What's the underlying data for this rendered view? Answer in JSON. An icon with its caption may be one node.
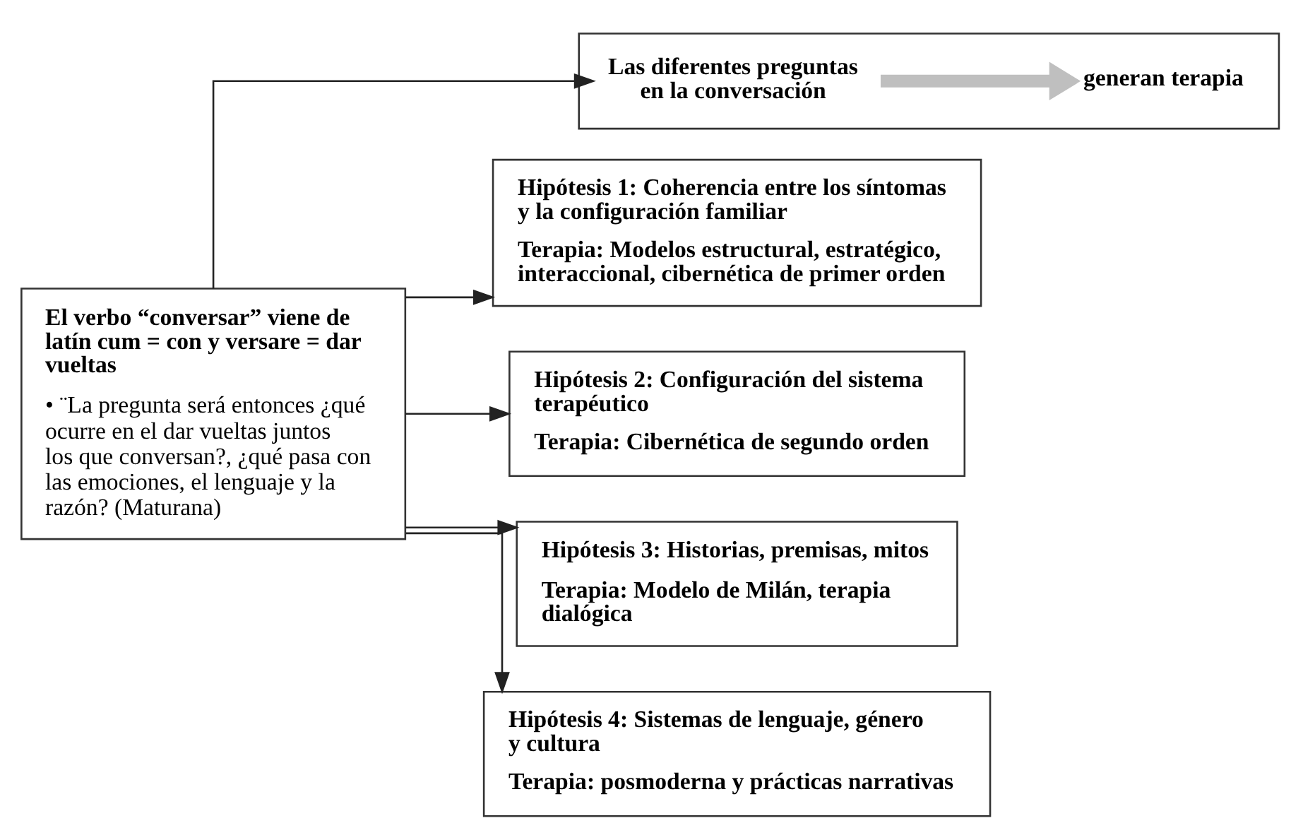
{
  "diagram": {
    "nodes": [
      {
        "text": [
          "El verbo “conversar” viene de latín cum = con y versare = dar vueltas",
          "• ¨La pregunta será entonces ¿qué ocurre en el dar vueltas juntos los que conversan?, ¿qué pasa con las emociones, el lenguaje y la razón? (Maturana)"
        ]
      },
      {
        "text": [],
        "shape": "box"
      },
      {
        "text": [
          "Las diferentes preguntas en la conversación"
        ],
        "in": 1
      },
      {
        "text": [
          "generan terapia"
        ],
        "in": 1
      },
      {
        "text": [
          "Hipótesis 1: Coherencia entre los síntomas y la configuración familiar",
          "Terapia: Modelos estructural, estratégico, interaccional, cibernética de primer orden"
        ]
      },
      {
        "text": [
          "Hipótesis 2: Configuración del sistema terapéutico",
          "Terapia: Cibernética de segundo orden"
        ]
      },
      {
        "text": [
          "Hipótesis 3: Historias, premisas, mitos",
          "Terapia: Modelo de Milán, terapia dialógica"
        ]
      },
      {
        "text": [
          "Hipótesis 4: Sistemas de lenguaje, género y cultura",
          "Terapia: posmoderna y prácticas narrativas"
        ]
      }
    ],
    "edges": [
      {
        "from": 0,
        "to": 2,
        "arrow": "to"
      },
      {
        "from": 2,
        "to": 3,
        "arrow": "to",
        "style": "thick",
        "color": "#bfbfbf"
      },
      {
        "from": 0,
        "to": 4,
        "arrow": "to"
      },
      {
        "from": 0,
        "to": 5,
        "arrow": "to"
      },
      {
        "from": 0,
        "to": 6,
        "arrow": "to"
      },
      {
        "from": 0,
        "to": 7,
        "arrow": "to"
      }
    ]
  }
}
